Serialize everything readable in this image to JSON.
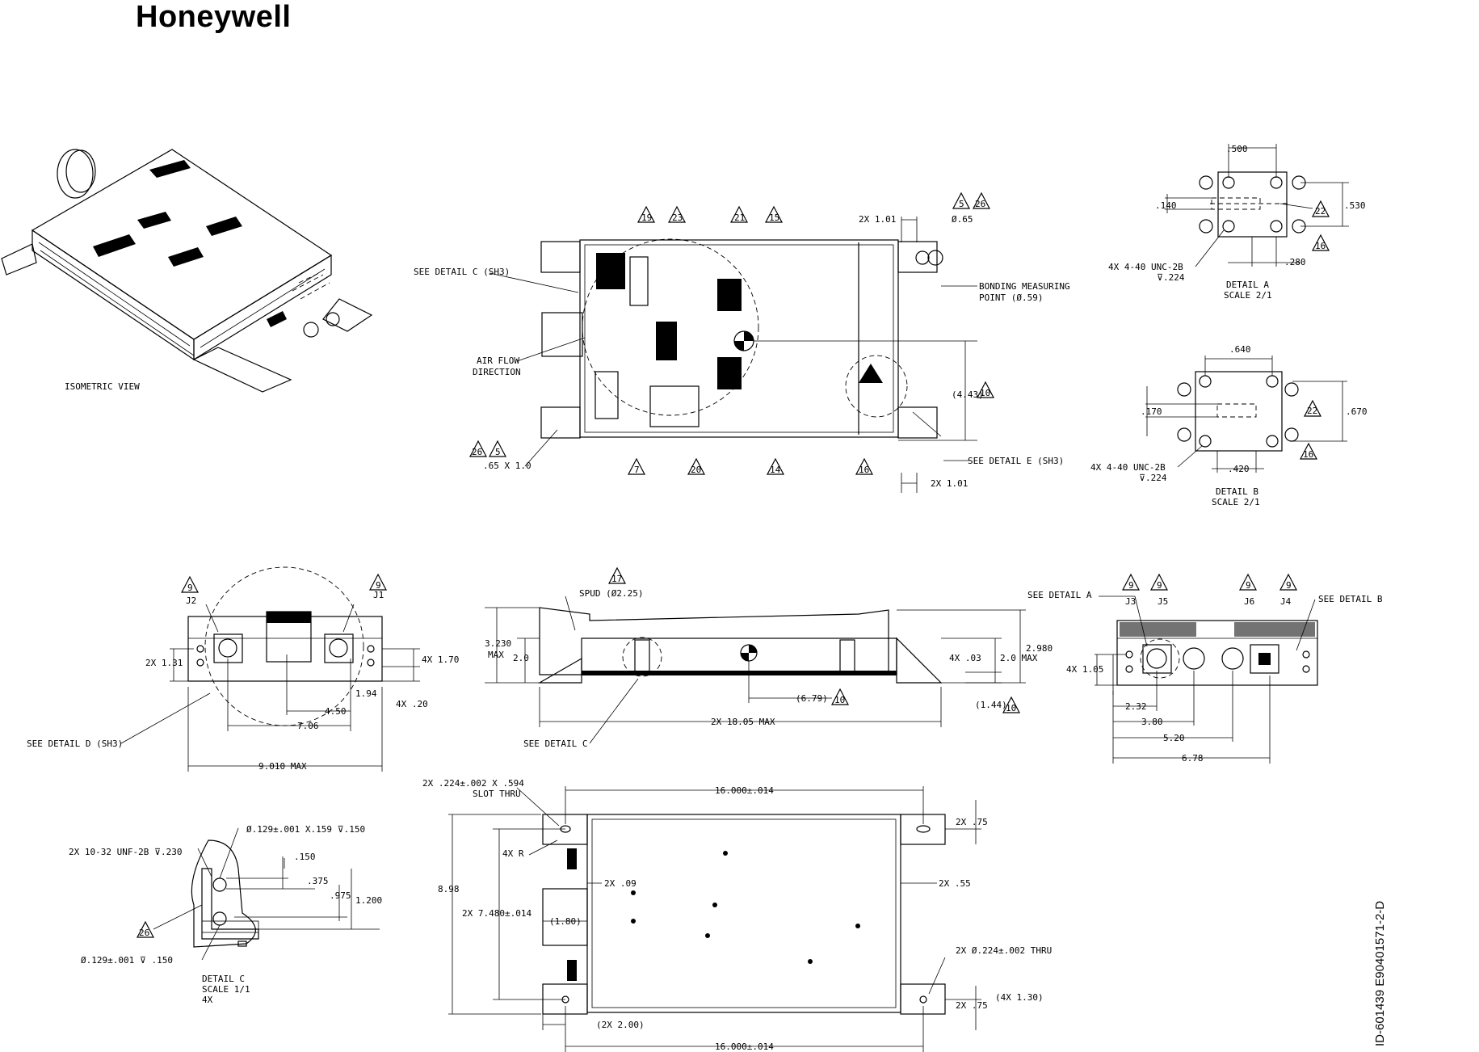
{
  "brand": "Honeywell",
  "doc_id": "ID-601439   E90401571-2-D",
  "labels": {
    "isometric": "ISOMETRIC VIEW",
    "see_detail_c_sh3": "SEE DETAIL  C (SH3)",
    "air_flow_1": "AIR FLOW",
    "air_flow_2": "DIRECTION",
    "dim_65x10": ".65 X 1.0",
    "dim_2x101_top": "2X 1.01",
    "dim_dia65": "Ø.65",
    "bonding_1": "BONDING MEASURING",
    "bonding_2": "POINT (Ø.59)",
    "dim_443": "(4.43)",
    "see_detail_e": "SEE DETAIL  E (SH3)",
    "dim_2x101_bot": "2X 1.01",
    "dA_500": ".500",
    "dA_140": ".140",
    "dA_530": ".530",
    "dA_280": ".280",
    "dA_thread": "4X 4-40 UNC-2B",
    "dA_depth": "⊽.224",
    "dA_title": "DETAIL  A",
    "dA_scale": "SCALE  2/1",
    "dB_640": ".640",
    "dB_170": ".170",
    "dB_670": ".670",
    "dB_420": ".420",
    "dB_thread": "4X 4-40 UNC-2B",
    "dB_depth": "⊽.224",
    "dB_title": "DETAIL  B",
    "dB_scale": "SCALE  2/1",
    "j2": "J2",
    "j1": "J1",
    "fv_2x131": "2X  1.31",
    "fv_4x170": "4X  1.70",
    "fv_194": "1.94",
    "fv_4x20": "4X  .20",
    "fv_450": "4.50",
    "fv_706": "7.06",
    "see_detail_d": "SEE DETAIL  D (SH3)",
    "fv_9010": "9.010 MAX",
    "spud": "SPUD  (Ø2.25)",
    "sv_3230": "3.230",
    "sv_max": "MAX",
    "sv_20": "2.0",
    "sv_2980": "2.980",
    "sv_20max": "2.0  MAX",
    "sv_4x03": "4X  .03",
    "sv_679": "(6.79)",
    "sv_144": "(1.44)",
    "sv_1805": "2X  18.05  MAX",
    "see_detail_c": "SEE DETAIL  C",
    "see_detail_a": "SEE DETAIL  A",
    "see_detail_b": "SEE DETAIL  B",
    "j3": "J3",
    "j5": "J5",
    "j6": "J6",
    "j4": "J4",
    "rv_4x105": "4X  1.05",
    "rv_232": "2.32",
    "rv_380": "3.80",
    "rv_520": "5.20",
    "rv_678": "6.78",
    "bv_slot_1": "2X .224±.002 X .594",
    "bv_slot_2": "SLOT THRU",
    "bv_16000_top": "16.000±.014",
    "bv_2x75_top": "2X  .75",
    "bv_4xr": "4X  R",
    "bv_898": "8.98",
    "bv_2x09": "2X  .09",
    "bv_2x55": "2X  .55",
    "bv_7480": "2X  7.480±.014",
    "bv_180": "(1.80)",
    "bv_thru": "2X  Ø.224±.002  THRU",
    "bv_2x75_bot": "2X  .75",
    "bv_4x130": "(4X 1.30)",
    "bv_2x200": "(2X  2.00)",
    "bv_16000_bot": "16.000±.014",
    "dC_dia1": "Ø.129±.001 X.159 ⊽.150",
    "dC_unf": "2X 10-32 UNF-2B ⊽.230",
    "dC_150": ".150",
    "dC_375": ".375",
    "dC_975": ".975",
    "dC_1200": "1.200",
    "dC_dia2": "Ø.129±.001  ⊽  .150",
    "dC_title": "DETAIL  C",
    "dC_scale": "SCALE  1/1",
    "dC_4x": "4X"
  },
  "flags": {
    "f19": "19",
    "f23": "23",
    "f21": "21",
    "f15": "15",
    "f5a": "5",
    "f26a": "26",
    "f22a": "22",
    "f16a": "16",
    "f22b": "22",
    "f16b": "16",
    "f10a": "10",
    "f26b": "26",
    "f5b": "5",
    "f7": "7",
    "f20": "20",
    "f14": "14",
    "f16c": "16",
    "f9a": "9",
    "f9b": "9",
    "f17": "17",
    "f10b": "10",
    "f10c": "10",
    "f9c": "9",
    "f9d": "9",
    "f9e": "9",
    "f9f": "9",
    "f26c": "26"
  }
}
